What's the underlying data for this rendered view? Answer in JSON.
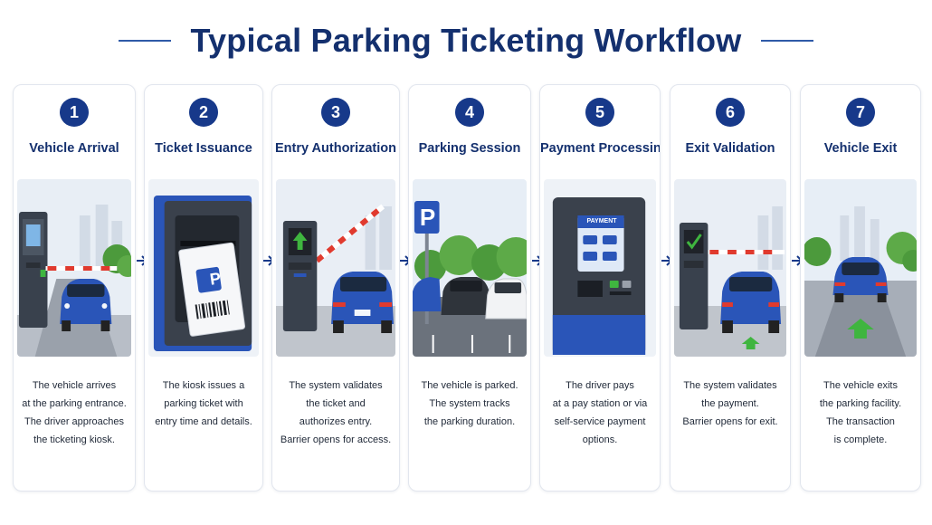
{
  "title": "Typical Parking Ticketing Workflow",
  "colors": {
    "primary": "#17398a",
    "accent_blue": "#2a55b8",
    "go_green": "#3fb53f"
  },
  "steps": [
    {
      "number": "1",
      "title": "Vehicle Arrival",
      "icon": "ticket-kiosk-arrival-icon",
      "description": [
        "The vehicle arrives",
        "at the parking entrance.",
        "The driver approaches",
        "the ticketing kiosk."
      ]
    },
    {
      "number": "2",
      "title": "Ticket Issuance",
      "icon": "ticket-dispenser-icon",
      "ticket_symbol": "P",
      "description": [
        "The kiosk issues a",
        "parking ticket with",
        "entry time and details."
      ]
    },
    {
      "number": "3",
      "title": "Entry Authorization",
      "icon": "entry-barrier-icon",
      "description": [
        "The system validates",
        "the ticket and",
        "authorizes entry.",
        "Barrier opens for access."
      ]
    },
    {
      "number": "4",
      "title": "Parking Session",
      "icon": "parking-lot-icon",
      "sign_symbol": "P",
      "description": [
        "The vehicle is parked.",
        "The system tracks",
        "the parking duration."
      ]
    },
    {
      "number": "5",
      "title": "Payment Processing",
      "icon": "pay-station-icon",
      "screen_label": "PAYMENT",
      "description": [
        "The driver pays",
        "at a pay station or via",
        "self-service payment",
        "options."
      ]
    },
    {
      "number": "6",
      "title": "Exit Validation",
      "icon": "exit-barrier-icon",
      "description": [
        "The system validates",
        "the payment.",
        "Barrier opens for exit."
      ]
    },
    {
      "number": "7",
      "title": "Vehicle Exit",
      "icon": "vehicle-exit-icon",
      "description": [
        "The vehicle exits",
        "the parking facility.",
        "The transaction",
        "is complete."
      ]
    }
  ]
}
